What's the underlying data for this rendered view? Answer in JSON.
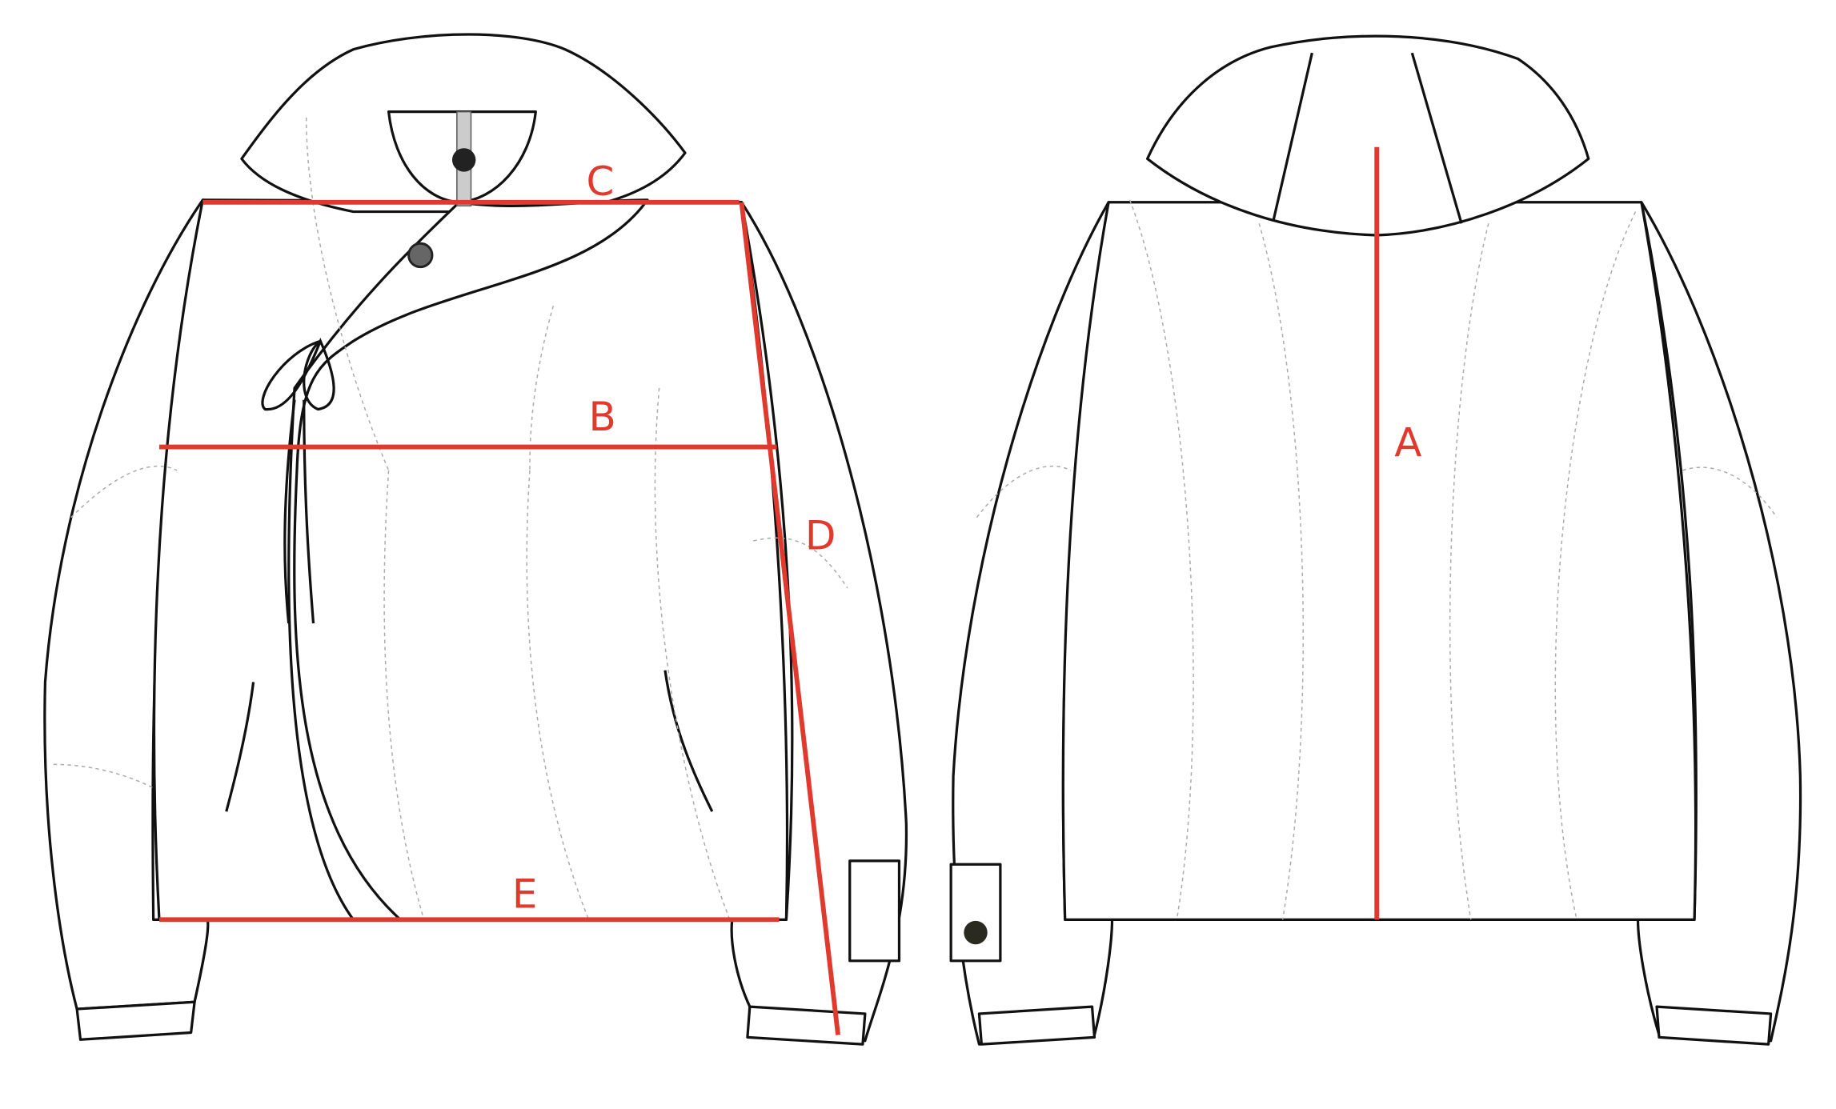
{
  "colors": {
    "measurement_line": "#e0392e",
    "outline": "#111111"
  },
  "views": [
    {
      "name": "front",
      "measurements": [
        {
          "id": "C",
          "label": "C"
        },
        {
          "id": "B",
          "label": "B"
        },
        {
          "id": "D",
          "label": "D"
        },
        {
          "id": "E",
          "label": "E"
        }
      ]
    },
    {
      "name": "back",
      "measurements": [
        {
          "id": "A",
          "label": "A"
        }
      ]
    }
  ],
  "icons": [
    "flower-button-icon",
    "tie-cord-icon",
    "sleeve-pocket-icon"
  ]
}
